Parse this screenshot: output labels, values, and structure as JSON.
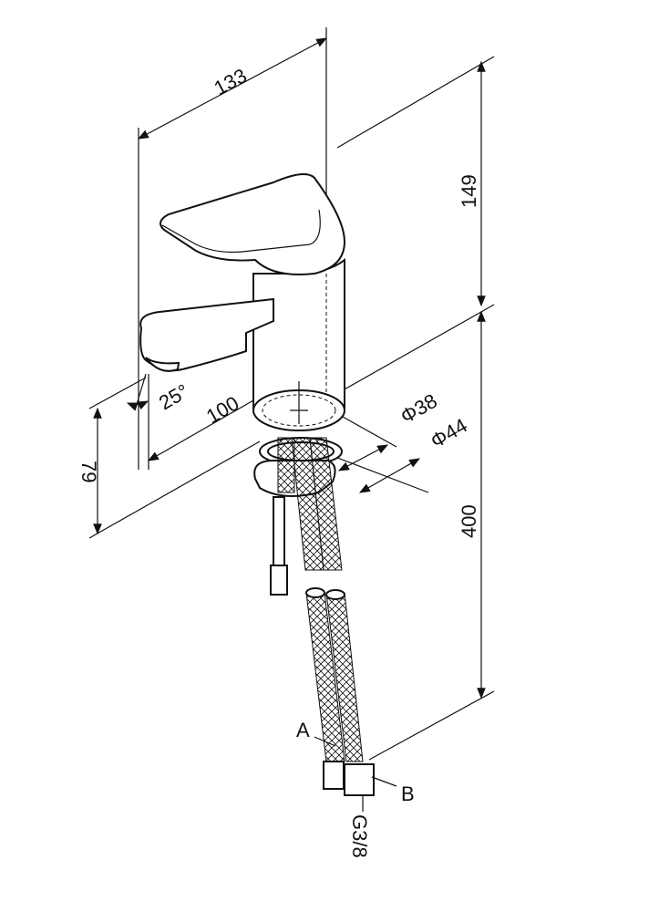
{
  "dimensions": {
    "width_total": "133",
    "height_top": "149",
    "hose_length": "400",
    "spout_height": "79",
    "spout_reach": "100",
    "spout_angle": "25°",
    "base_diameter_inner": "Φ38",
    "base_diameter_outer": "Φ44"
  },
  "callouts": {
    "hose_a": "A",
    "hose_b": "B",
    "thread": "G3/8"
  }
}
